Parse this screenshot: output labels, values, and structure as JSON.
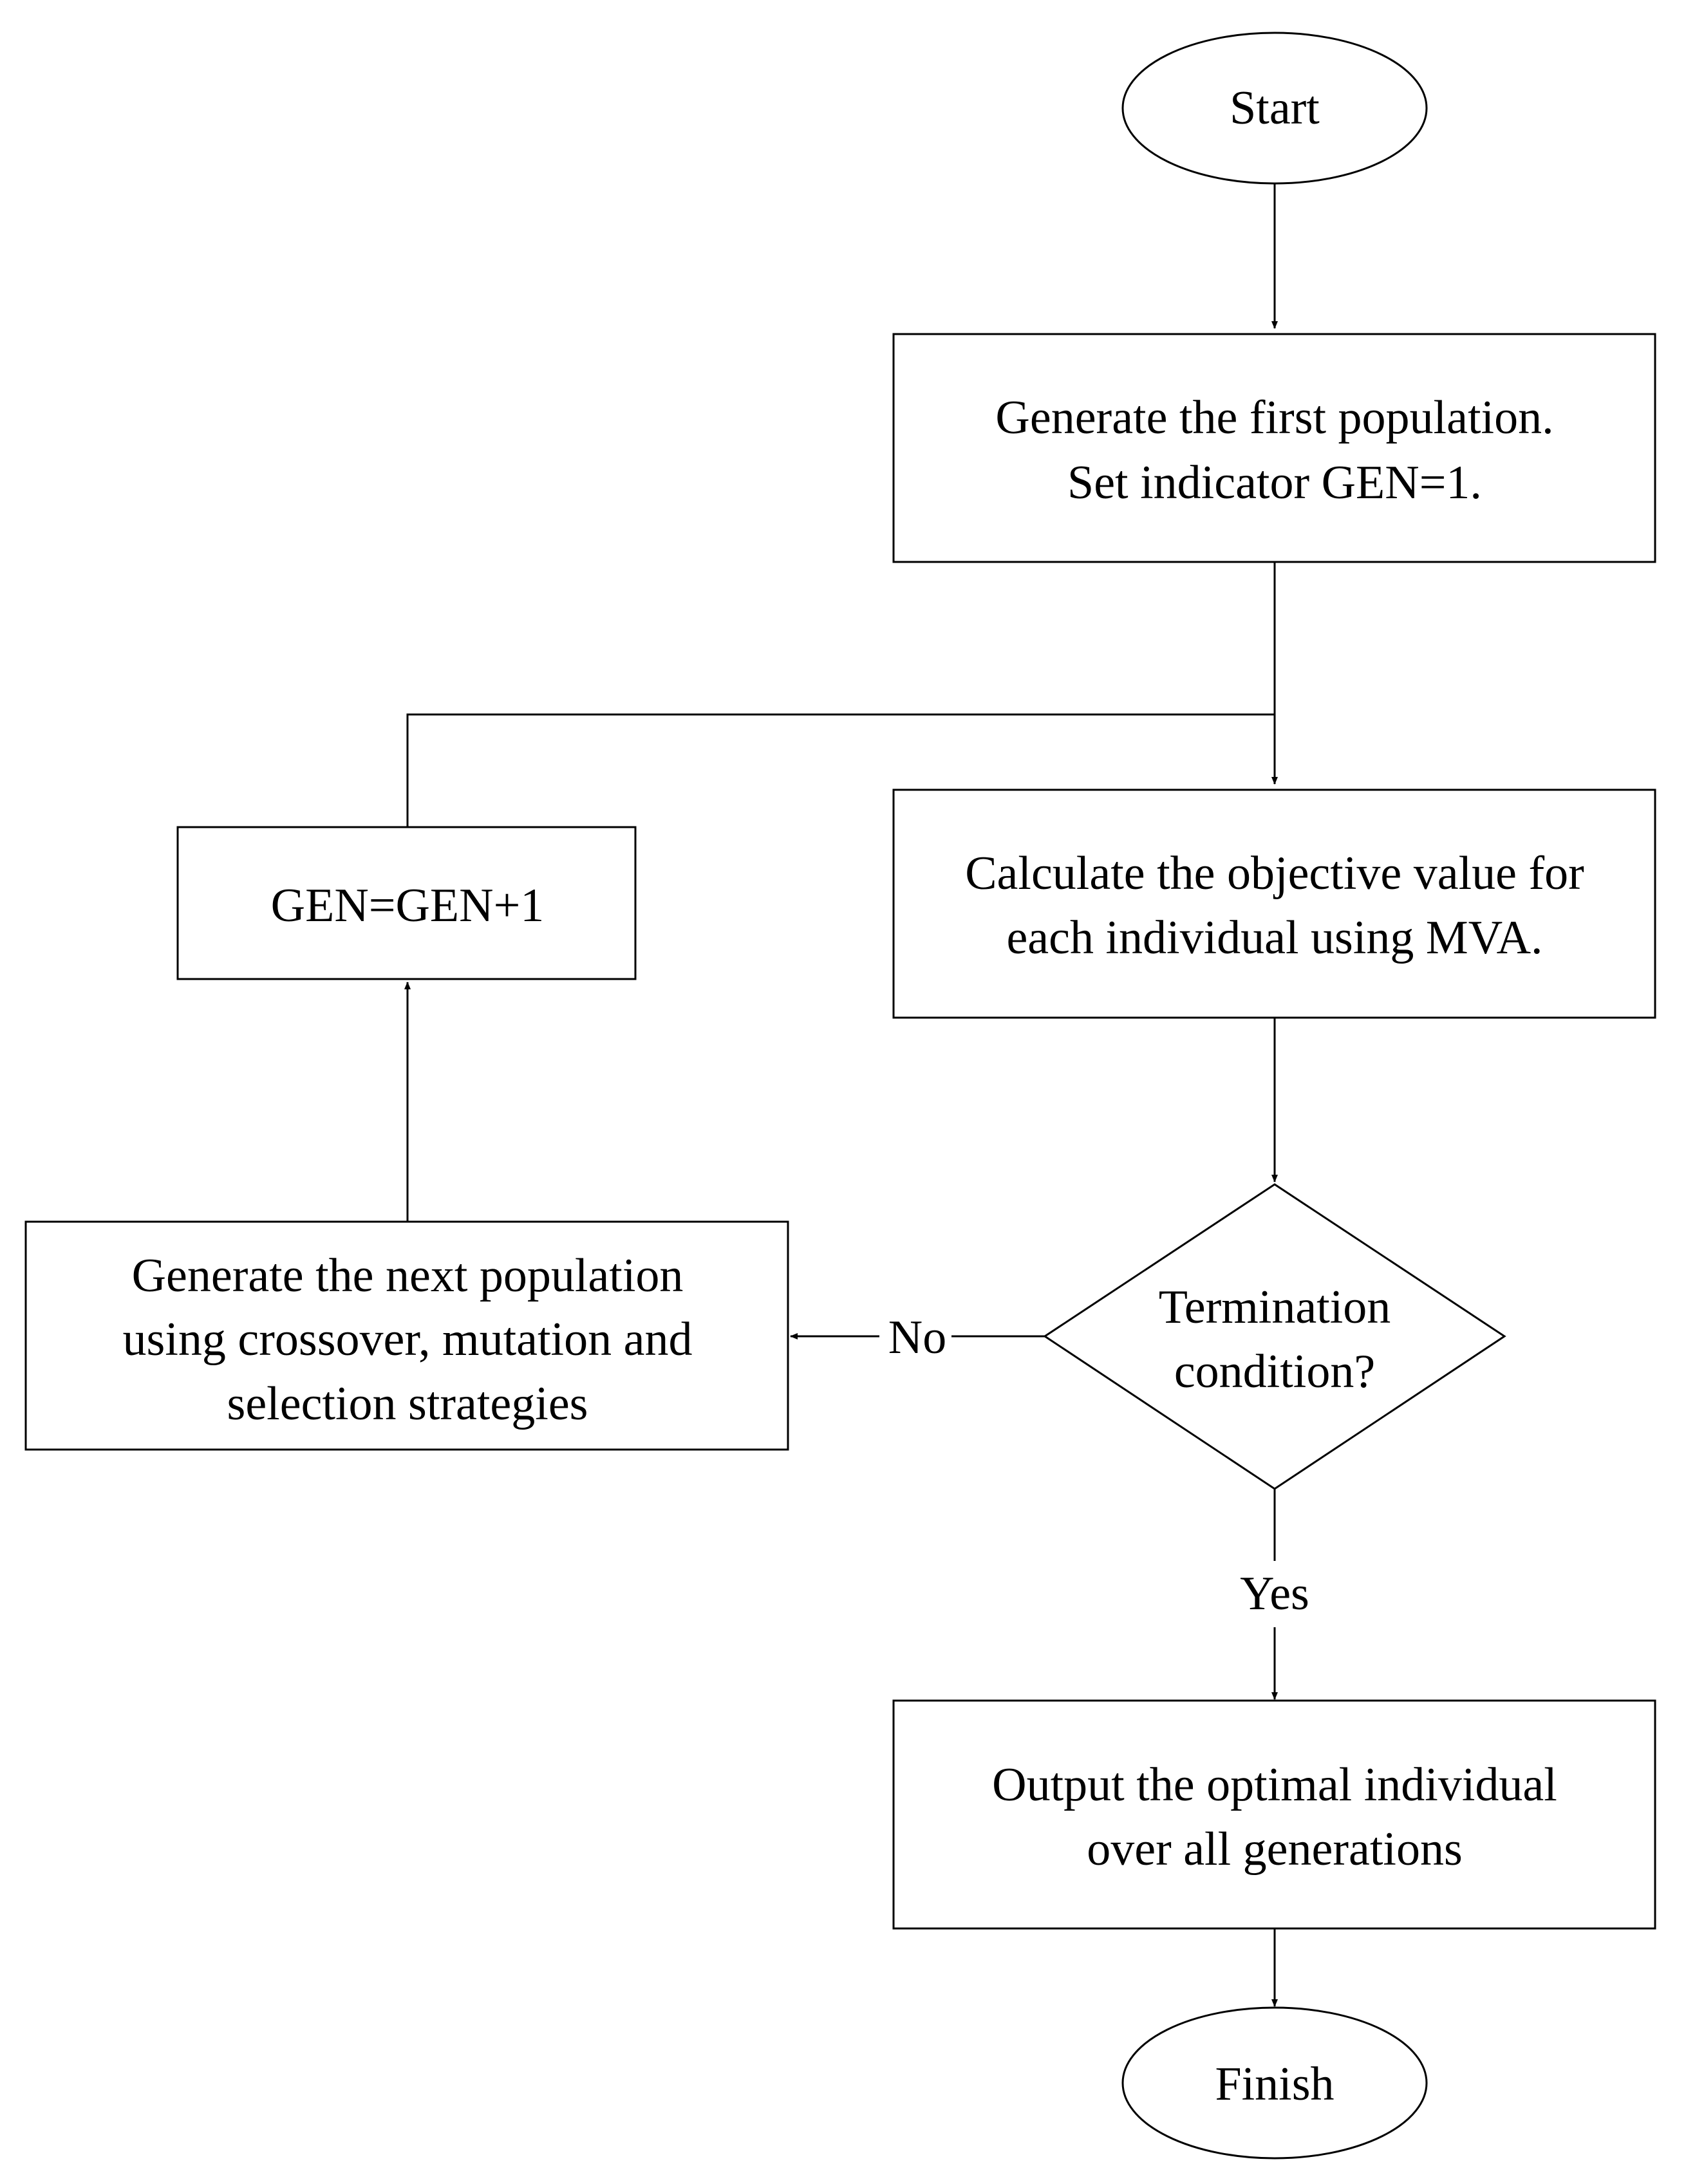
{
  "nodes": {
    "start": {
      "label": "Start"
    },
    "init": {
      "lines": [
        "Generate the first population.",
        "Set indicator GEN=1."
      ]
    },
    "evaluate": {
      "lines": [
        "Calculate the objective value for",
        "each individual using MVA."
      ]
    },
    "increment": {
      "label": "GEN=GEN+1"
    },
    "decision": {
      "lines": [
        "Termination",
        "condition?"
      ]
    },
    "next_population": {
      "lines": [
        "Generate the next population",
        "using crossover, mutation and",
        "selection strategies"
      ]
    },
    "output": {
      "lines": [
        "Output the optimal individual",
        "over all generations"
      ]
    },
    "finish": {
      "label": "Finish"
    }
  },
  "edges": {
    "no_label": "No",
    "yes_label": "Yes"
  }
}
